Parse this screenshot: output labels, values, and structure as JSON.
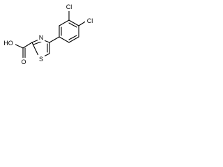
{
  "molecule": {
    "atoms": {
      "carboxyl_oxygen_label": "O",
      "hydroxyl_label": "HO",
      "ring_nitrogen_label": "N",
      "ring_sulfur_label": "S",
      "chlorine_1_label": "Cl",
      "chlorine_2_label": "Cl"
    }
  },
  "colors": {
    "bond": "#000000",
    "background": "#ffffff"
  }
}
